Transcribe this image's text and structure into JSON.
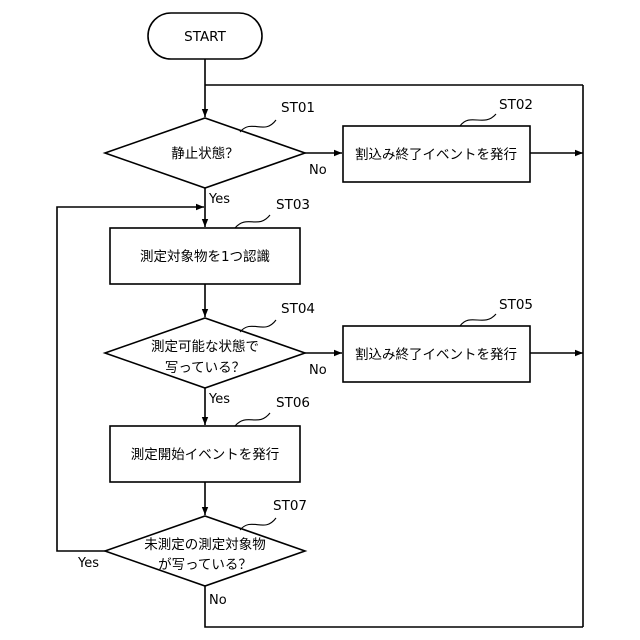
{
  "diagram": {
    "start": "START",
    "steps": {
      "st01": {
        "id": "ST01",
        "lines": [
          "静止状態？"
        ]
      },
      "st02": {
        "id": "ST02",
        "lines": [
          "割込み終了イベントを発行"
        ]
      },
      "st03": {
        "id": "ST03",
        "lines": [
          "測定対象物を1つ認識"
        ]
      },
      "st04": {
        "id": "ST04",
        "lines": [
          "測定可能な状態で",
          "写っている？"
        ]
      },
      "st05": {
        "id": "ST05",
        "lines": [
          "割込み終了イベントを発行"
        ]
      },
      "st06": {
        "id": "ST06",
        "lines": [
          "測定開始イベントを発行"
        ]
      },
      "st07": {
        "id": "ST07",
        "lines": [
          "未測定の測定対象物",
          "が写っている？"
        ]
      }
    },
    "branch_labels": {
      "st01_no": "No",
      "st01_yes": "Yes",
      "st04_no": "No",
      "st04_yes": "Yes",
      "st07_yes": "Yes",
      "st07_no": "No"
    }
  }
}
